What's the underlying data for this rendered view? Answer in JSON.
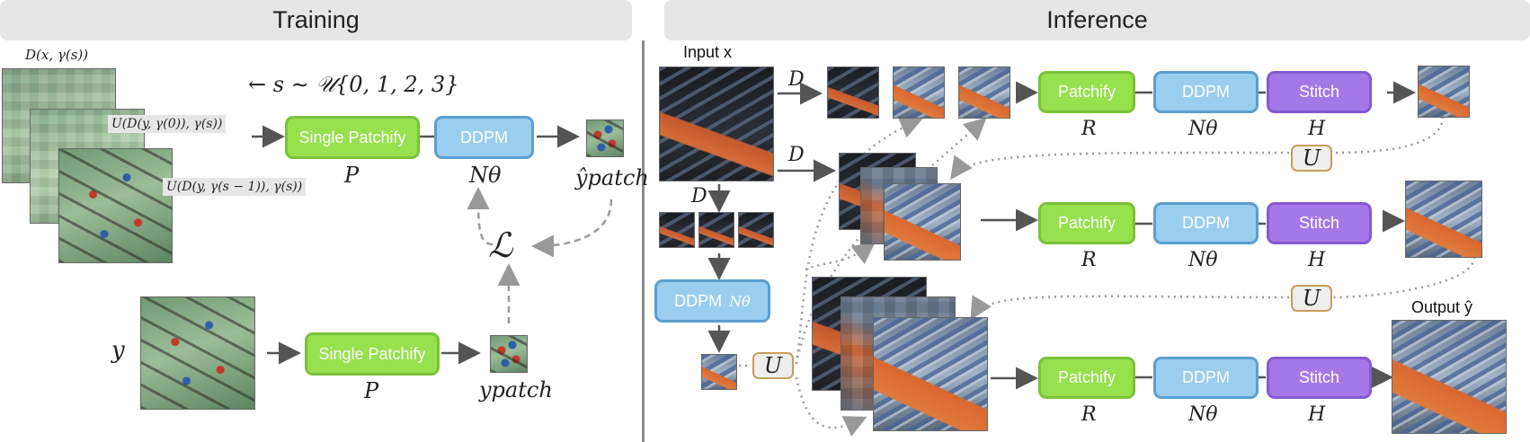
{
  "panels": {
    "training_title": "Training",
    "inference_title": "Inference"
  },
  "training": {
    "d_label": "D(x, γ(s))",
    "sampling": "← s ∼ 𝒰{0, 1, 2, 3}",
    "note1": "U(D(y, γ(0)), γ(s))",
    "note2": "U(D(y, γ(s − 1)), γ(s))",
    "single_patchify_1": "Single Patchify",
    "single_patchify_2": "Single Patchify",
    "ddpm": "DDPM",
    "p_label_1": "P",
    "p_label_2": "P",
    "n_theta": "Nθ",
    "y_hat_patch": "ŷpatch",
    "loss": "ℒ",
    "y": "y",
    "y_patch": "ypatch"
  },
  "inference": {
    "input_label": "Input x",
    "output_label": "Output ŷ",
    "d1": "D",
    "d2": "D",
    "d3": "D",
    "ddpm_n": "DDPM",
    "ddpm_n_theta": "Nθ",
    "u_small": "U",
    "rows": [
      {
        "patchify": "Patchify",
        "ddpm": "DDPM",
        "stitch": "Stitch",
        "r": "R",
        "n": "Nθ",
        "h": "H",
        "u": "U"
      },
      {
        "patchify": "Patchify",
        "ddpm": "DDPM",
        "stitch": "Stitch",
        "r": "R",
        "n": "Nθ",
        "h": "H",
        "u": "U"
      },
      {
        "patchify": "Patchify",
        "ddpm": "DDPM",
        "stitch": "Stitch",
        "r": "R",
        "n": "Nθ",
        "h": "H"
      }
    ]
  },
  "colors": {
    "green": "#97e04e",
    "blue": "#9bcdee",
    "purple": "#a478e6",
    "arrow": "#555555"
  }
}
